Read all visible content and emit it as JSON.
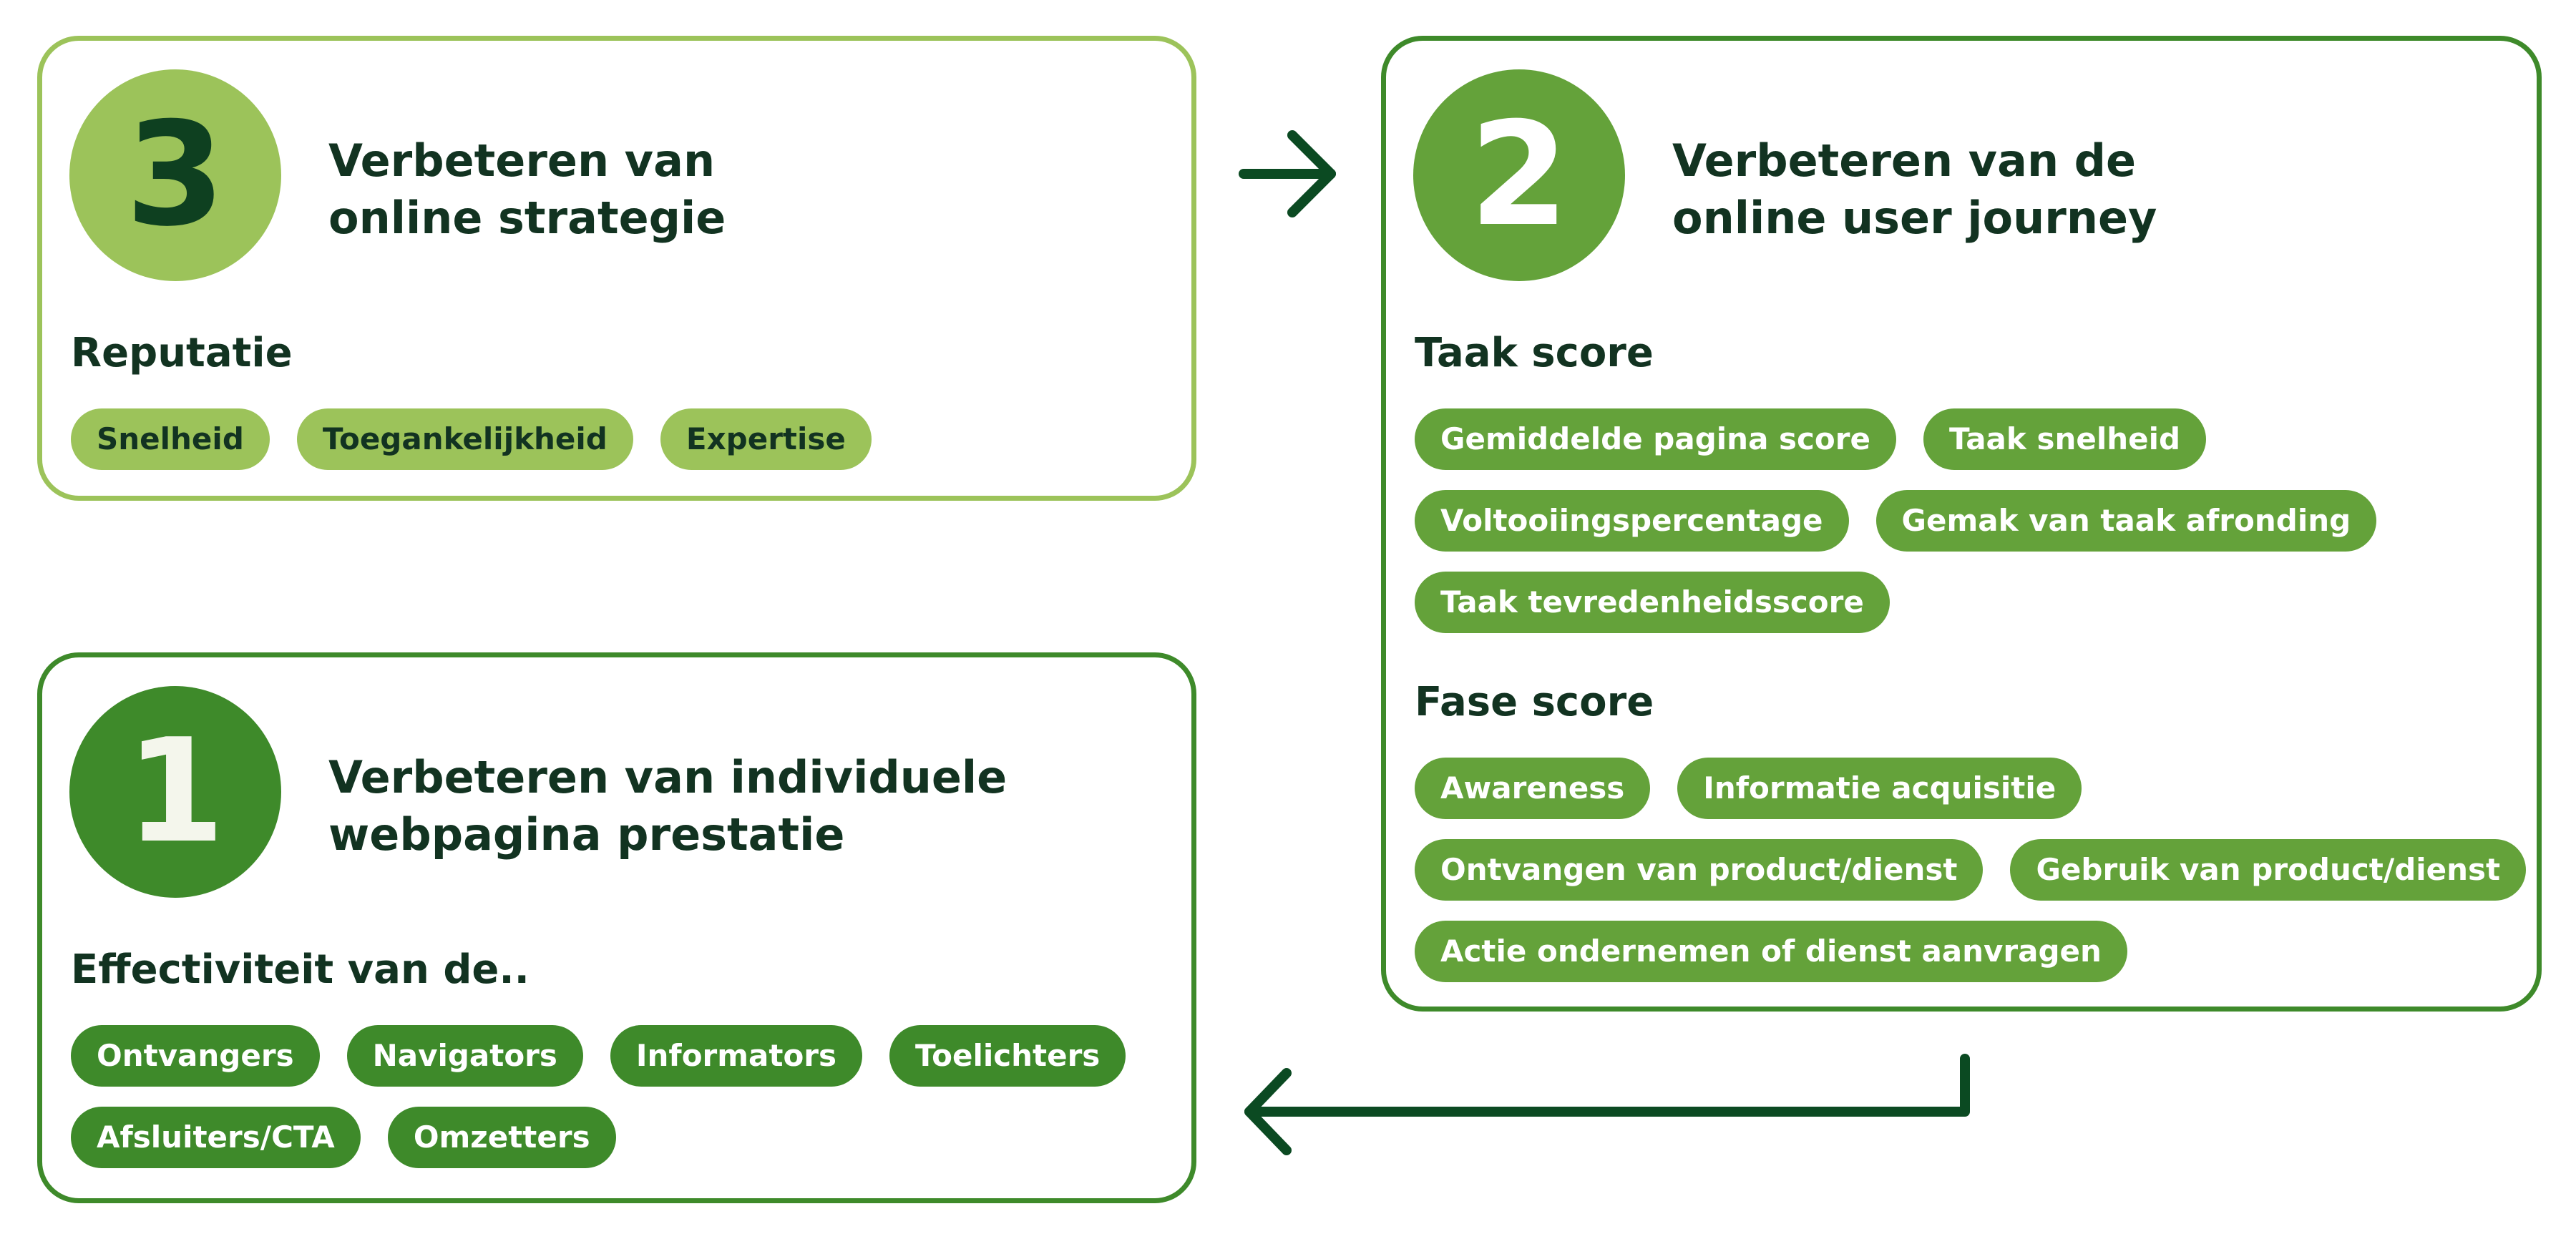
{
  "colors": {
    "light_green": "#9cc35a",
    "mid_green": "#64a23a",
    "dark_green": "#3e8a2a",
    "arrow_green": "#0b4a22",
    "text_dark": "#123321"
  },
  "step3": {
    "number": "3",
    "title_line1": "Verbeteren van",
    "title_line2": "online strategie",
    "section_label": "Reputatie",
    "pills": [
      "Snelheid",
      "Toegankelijkheid",
      "Expertise"
    ]
  },
  "step2": {
    "number": "2",
    "title_line1": "Verbeteren van de",
    "title_line2": "online user journey",
    "task_label": "Taak score",
    "task_pills": [
      "Gemiddelde pagina score",
      "Taak snelheid",
      "Voltooiingspercentage",
      "Gemak van taak afronding",
      "Taak tevredenheidsscore"
    ],
    "phase_label": "Fase score",
    "phase_pills": [
      "Awareness",
      "Informatie acquisitie",
      "Ontvangen van product/dienst",
      "Gebruik van product/dienst",
      "Actie ondernemen of dienst aanvragen"
    ]
  },
  "step1": {
    "number": "1",
    "title_line1": "Verbeteren van individuele",
    "title_line2": "webpagina prestatie",
    "section_label": "Effectiviteit van de..",
    "pills": [
      "Ontvangers",
      "Navigators",
      "Informators",
      "Toelichters",
      "Afsluiters/CTA",
      "Omzetters"
    ]
  },
  "arrows": {
    "top": "right-arrow-icon",
    "bottom": "left-arrow-icon"
  }
}
